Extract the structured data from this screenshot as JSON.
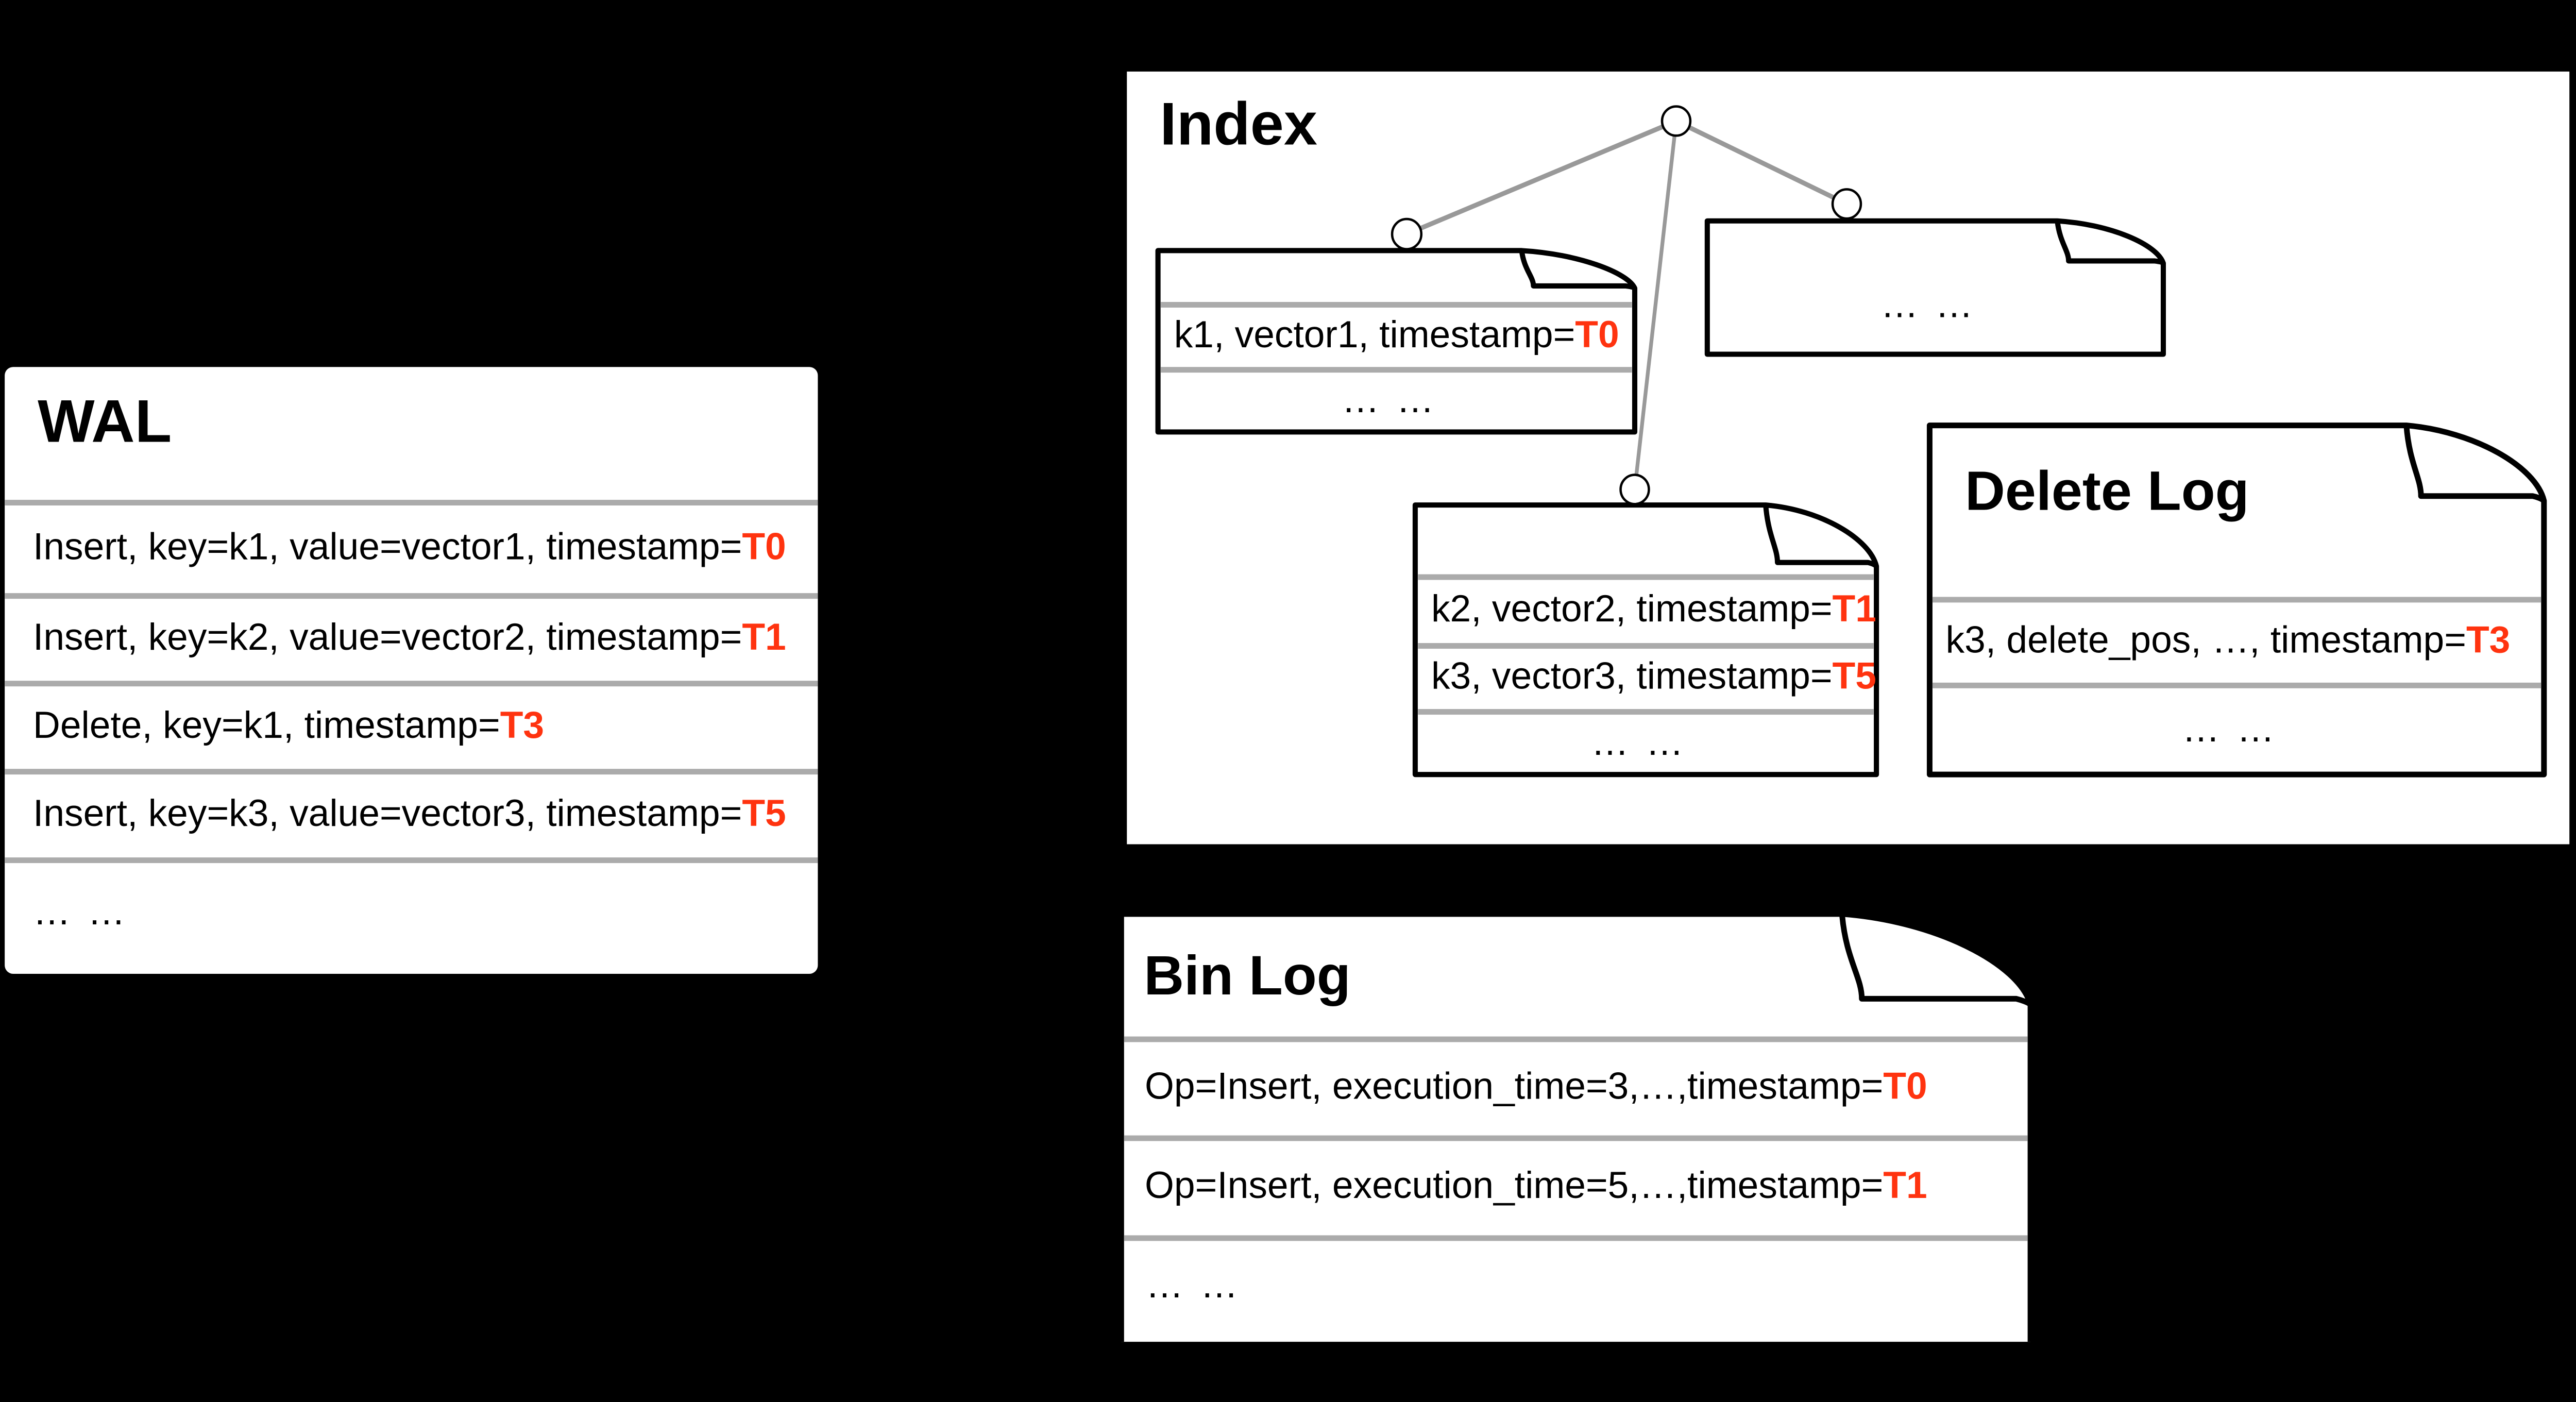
{
  "colors": {
    "timestamp_red": "#ff330f",
    "separator_gray": "#ababab",
    "tree_edge_gray": "#999999",
    "panel_white": "#ffffff",
    "background_black": "#000000"
  },
  "wal": {
    "title": "WAL",
    "rows": [
      {
        "text": "Insert, key=k1, value=vector1, timestamp=",
        "ts": "T0"
      },
      {
        "text": "Insert, key=k2, value=vector2, timestamp=",
        "ts": "T1"
      },
      {
        "text": "Delete, key=k1, timestamp=",
        "ts": "T3"
      },
      {
        "text": "Insert, key=k3, value=vector3, timestamp=",
        "ts": "T5"
      },
      {
        "text": "……",
        "ts": ""
      }
    ]
  },
  "index": {
    "title": "Index",
    "left_doc": {
      "rows": [
        {
          "text": "k1, vector1, timestamp=",
          "ts": "T0"
        },
        {
          "text": "……",
          "ts": ""
        }
      ]
    },
    "right_doc": {
      "rows": [
        {
          "text": "……",
          "ts": ""
        }
      ]
    },
    "middle_doc": {
      "rows": [
        {
          "text": "k2, vector2, timestamp=",
          "ts": "T1"
        },
        {
          "text": "k3, vector3, timestamp=",
          "ts": "T5"
        },
        {
          "text": "……",
          "ts": ""
        }
      ]
    }
  },
  "delete_log": {
    "title": "Delete Log",
    "rows": [
      {
        "text": "k3, delete_pos, …, timestamp=",
        "ts": "T3"
      },
      {
        "text": "……",
        "ts": ""
      }
    ]
  },
  "bin_log": {
    "title": "Bin Log",
    "rows": [
      {
        "text": "Op=Insert, execution_time=3,…,timestamp=",
        "ts": "T0"
      },
      {
        "text": "Op=Insert, execution_time=5,…,timestamp=",
        "ts": "T1"
      },
      {
        "text": "……",
        "ts": ""
      }
    ]
  }
}
